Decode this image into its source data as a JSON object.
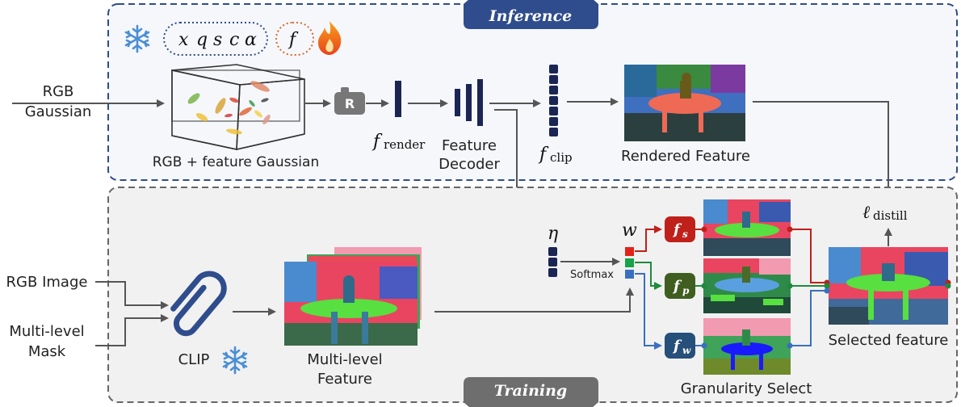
{
  "inference": {
    "title": "Inference",
    "gaussian_params": [
      "x",
      "q",
      "s",
      "c",
      "α"
    ],
    "feature_param": "f",
    "input_label": [
      "RGB",
      "Gaussian"
    ],
    "gaussian_box_label": "RGB + feature Gaussian",
    "rasterizer_label": "R",
    "f_render": {
      "symbol": "f",
      "sub": "render"
    },
    "decoder_label": [
      "Feature",
      "Decoder"
    ],
    "f_clip": {
      "symbol": "f",
      "sub": "clip"
    },
    "rendered_label": "Rendered Feature",
    "loss": {
      "symbol": "ℓ",
      "sub": "distill"
    }
  },
  "training": {
    "title": "Training",
    "input_image": "RGB Image",
    "input_mask": [
      "Multi-level",
      "Mask"
    ],
    "clip_label": "CLIP",
    "multilevel_label": [
      "Multi-level",
      "Feature"
    ],
    "eta": "η",
    "softmax": "Softmax",
    "w": "w",
    "granularity": [
      {
        "symbol": "f",
        "sub": "s",
        "color": "#c0201a"
      },
      {
        "symbol": "f",
        "sub": "p",
        "color": "#3f5e1f"
      },
      {
        "symbol": "f",
        "sub": "w",
        "color": "#264f7a"
      }
    ],
    "granularity_label": "Granularity Select",
    "selected_label": "Selected feature"
  },
  "colors": {
    "inference_border": "#2e4d87",
    "inference_fill": "#f5f7fb",
    "training_border": "#666666",
    "training_fill": "#f1f1f1",
    "weight_red": "#e2231a",
    "weight_green": "#17a34a",
    "weight_blue": "#3a6fbf",
    "column_navy": "#1b2553"
  }
}
